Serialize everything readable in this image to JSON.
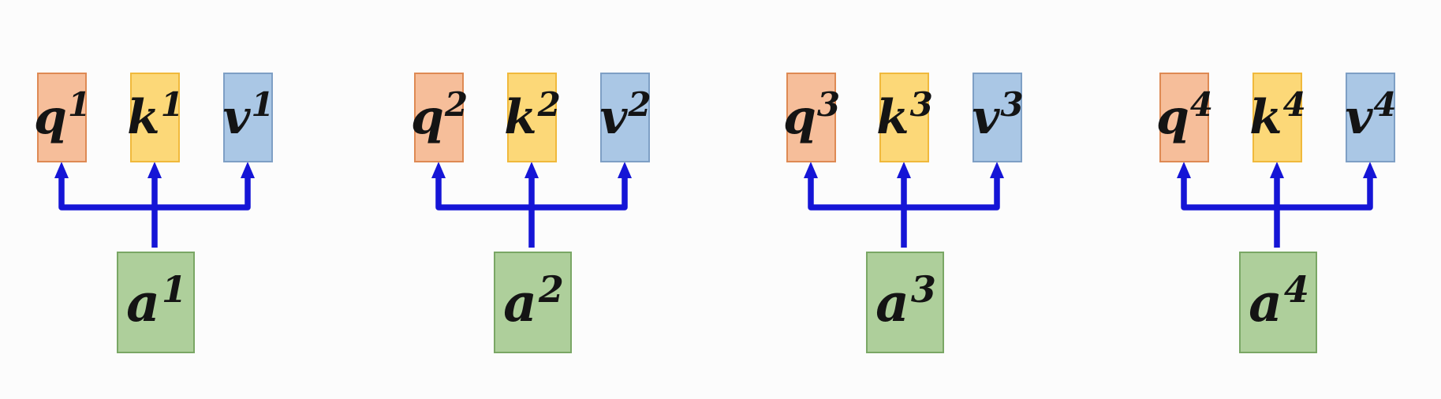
{
  "colors": {
    "background": "#fcfcfc",
    "arrow": "#1515d6",
    "q_fill": "#f6be9a",
    "q_border": "#de8a54",
    "k_fill": "#fcd878",
    "k_border": "#f0b93c",
    "v_fill": "#aac7e5",
    "v_border": "#7e9fc5",
    "a_fill": "#aecf9b",
    "a_border": "#7aa765",
    "label_text": "#141414"
  },
  "groups": [
    {
      "q": {
        "base": "q",
        "sup": "1"
      },
      "k": {
        "base": "k",
        "sup": "1"
      },
      "v": {
        "base": "v",
        "sup": "1"
      },
      "a": {
        "base": "a",
        "sup": "1"
      }
    },
    {
      "q": {
        "base": "q",
        "sup": "2"
      },
      "k": {
        "base": "k",
        "sup": "2"
      },
      "v": {
        "base": "v",
        "sup": "2"
      },
      "a": {
        "base": "a",
        "sup": "2"
      }
    },
    {
      "q": {
        "base": "q",
        "sup": "3"
      },
      "k": {
        "base": "k",
        "sup": "3"
      },
      "v": {
        "base": "v",
        "sup": "3"
      },
      "a": {
        "base": "a",
        "sup": "3"
      }
    },
    {
      "q": {
        "base": "q",
        "sup": "4"
      },
      "k": {
        "base": "k",
        "sup": "4"
      },
      "v": {
        "base": "v",
        "sup": "4"
      },
      "a": {
        "base": "a",
        "sup": "4"
      }
    }
  ]
}
